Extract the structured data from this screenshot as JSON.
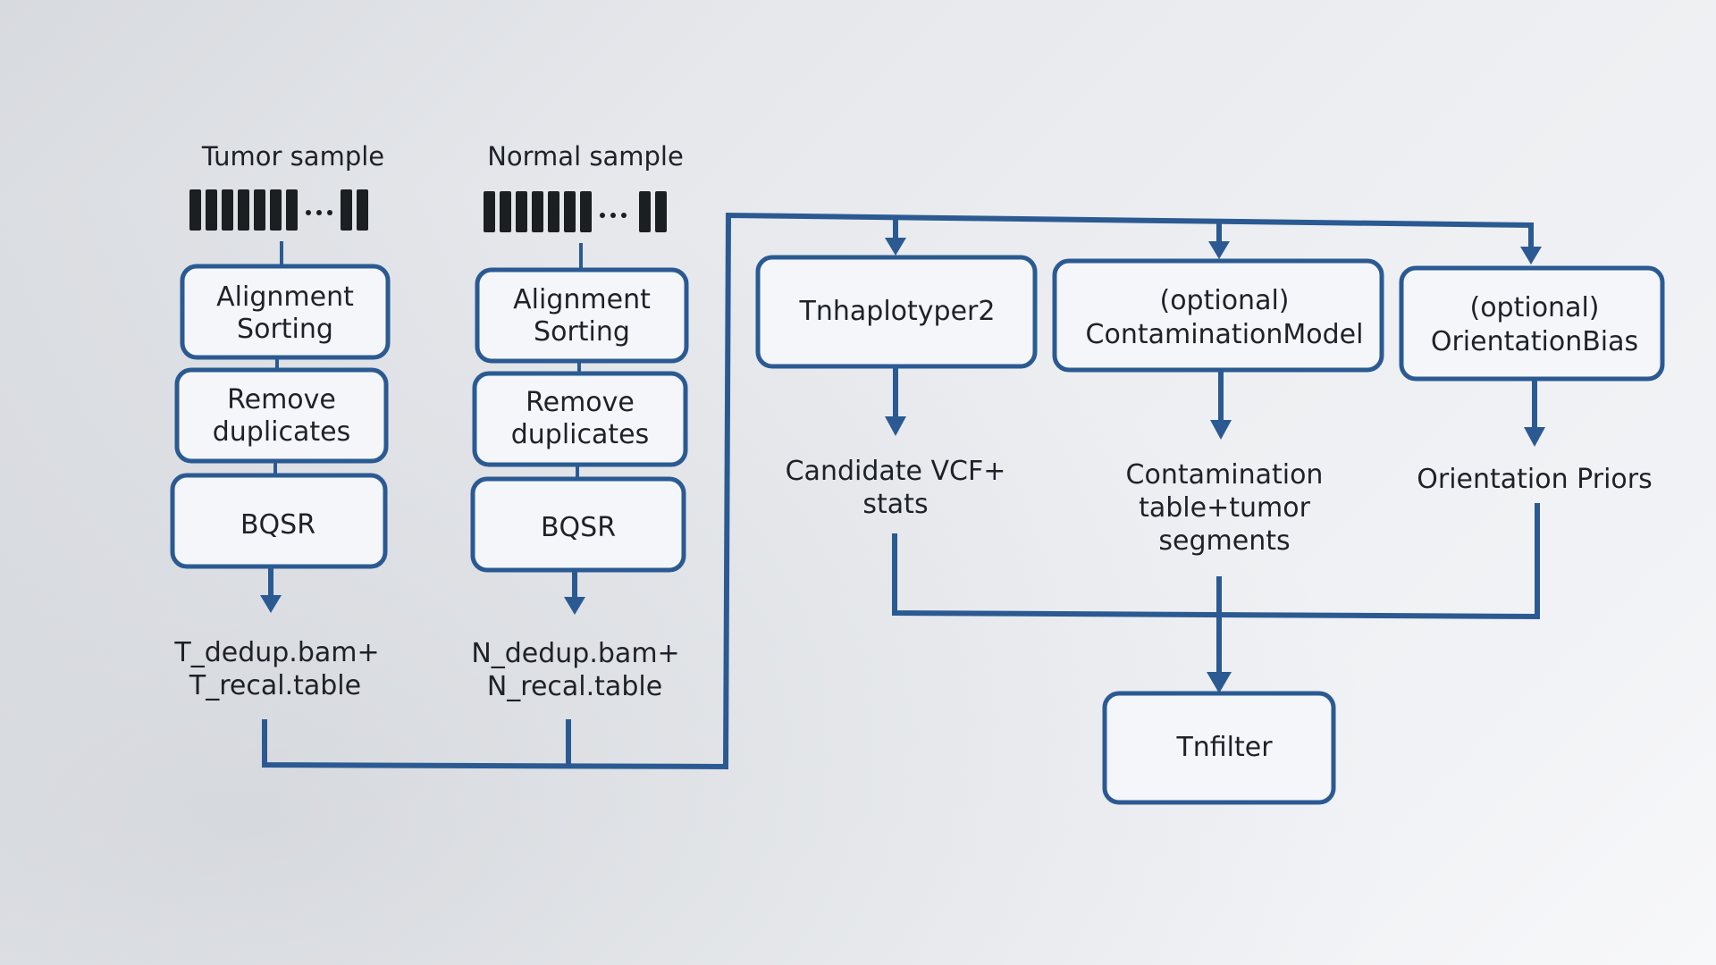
{
  "samples": {
    "tumor": {
      "title": "Tumor  sample",
      "steps": [
        {
          "line1": "Alignment",
          "line2": "Sorting"
        },
        {
          "line1": "Remove",
          "line2": "duplicates"
        },
        {
          "line1": "BQSR",
          "line2": ""
        }
      ],
      "output_line1": "T_dedup.bam+",
      "output_line2": "T_recal.table"
    },
    "normal": {
      "title": "Normal  sample",
      "steps": [
        {
          "line1": "Alignment",
          "line2": "Sorting"
        },
        {
          "line1": "Remove",
          "line2": "duplicates"
        },
        {
          "line1": "BQSR",
          "line2": ""
        }
      ],
      "output_line1": "N_dedup.bam+",
      "output_line2": "N_recal.table"
    }
  },
  "tools": {
    "tnhaplotyper": {
      "label": "Tnhaplotyper2",
      "out_line1": "Candidate VCF+",
      "out_line2": "stats"
    },
    "contamination": {
      "line1": "(optional)",
      "line2": "ContaminationModel",
      "out_line1": "Contamination",
      "out_line2": "table+tumor",
      "out_line3": "segments"
    },
    "orientation": {
      "line1": "(optional)",
      "line2": "OrientationBias",
      "out_line1": "Orientation Priors"
    }
  },
  "final": {
    "label": "Tnfilter"
  },
  "colors": {
    "accent": "#2b5a92",
    "box_fill": "#f4f6f9",
    "text": "#1e2228"
  }
}
